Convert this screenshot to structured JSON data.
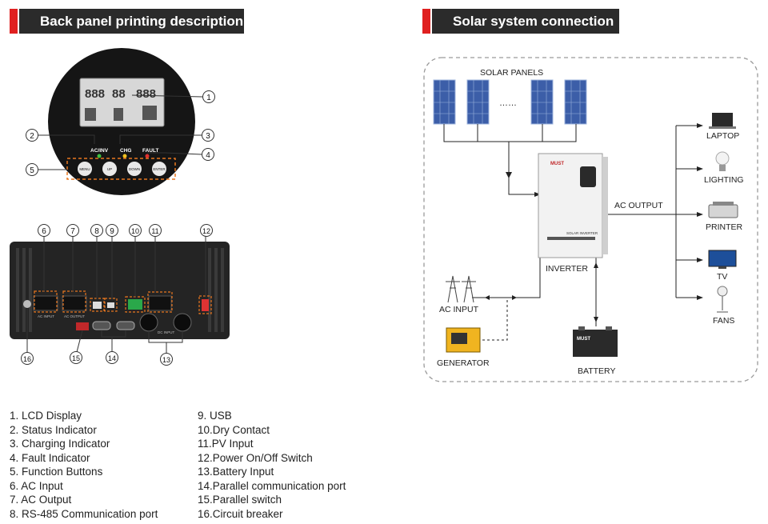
{
  "headers": {
    "left": "Back panel printing description",
    "right": "Solar system connection"
  },
  "panel": {
    "status_labels": [
      "AC/INV",
      "CHG",
      "FAULT"
    ],
    "buttons": [
      "MENU",
      "UP",
      "DOWN",
      "ENTER"
    ],
    "lcd_digits": [
      "888",
      "88",
      "888"
    ],
    "callouts_front": [
      "1",
      "2",
      "3",
      "4",
      "5"
    ],
    "callouts_back": [
      "6",
      "7",
      "8",
      "9",
      "10",
      "11",
      "12",
      "13",
      "14",
      "15",
      "16"
    ],
    "back_labels": [
      "AC INPUT",
      "AC OUTPUT",
      "DC INPUT"
    ]
  },
  "system": {
    "solar_panels": "SOLAR PANELS",
    "dots": "……",
    "inverter": "INVERTER",
    "inverter_brand": "MUST",
    "inverter_text": "SOLAR INVERTER",
    "ac_output": "AC OUTPUT",
    "ac_input": "AC INPUT",
    "generator": "GENERATOR",
    "battery": "BATTERY",
    "battery_brand": "MUST",
    "loads": [
      "LAPTOP",
      "LIGHTING",
      "PRINTER",
      "TV",
      "FANS"
    ]
  },
  "legend_left": [
    "1.  LCD Display",
    "2.  Status Indicator",
    "3.  Charging Indicator",
    "4.  Fault Indicator",
    "5.  Function Buttons",
    "6.  AC Input",
    "7.  AC Output",
    "8.  RS-485 Communication port"
  ],
  "legend_right": [
    "9.  USB",
    "10.Dry Contact",
    "11.PV Input",
    "12.Power On/Off Switch",
    "13.Battery Input",
    "14.Parallel communication port",
    "15.Parallel switch",
    "16.Circuit breaker"
  ]
}
